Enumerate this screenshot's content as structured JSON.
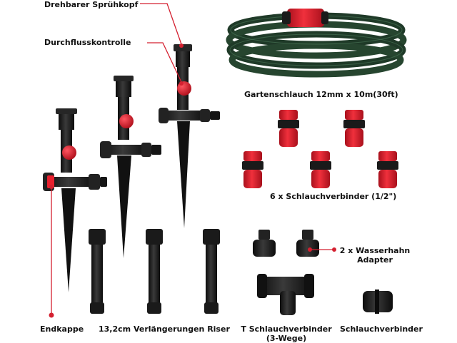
{
  "colors": {
    "accent_red": "#e8202e",
    "dark_red": "#b3121f",
    "black_plastic": "#1a1a1a",
    "hose_green": "#1f3a28",
    "callout_line": "#d42030"
  },
  "labels": {
    "rotating_head": "Drehbarer Sprühkopf",
    "flow_control": "Durchflusskontrolle",
    "hose": "Gartenschlauch 12mm x 10m(30ft)",
    "connectors": "6 x Schlauchverbinder (1/2\")",
    "tap_adapter_line1": "2 x Wasserhahn",
    "tap_adapter_line2": "Adapter",
    "end_cap": "Endkappe",
    "risers": "13,2cm Verlängerungen Riser",
    "t_connector_line1": "T Schlauchverbinder",
    "t_connector_line2": "(3-Wege)",
    "hose_connector": "Schlauchverbinder"
  },
  "icons": {
    "sprinklers": "sprinkler-stake-icon",
    "hose": "garden-hose-coil-icon",
    "connector": "quick-connector-icon",
    "riser": "riser-tube-icon",
    "tap_adapter": "tap-adapter-icon",
    "t_connector": "t-connector-icon",
    "hose_connector": "hose-connector-icon"
  }
}
